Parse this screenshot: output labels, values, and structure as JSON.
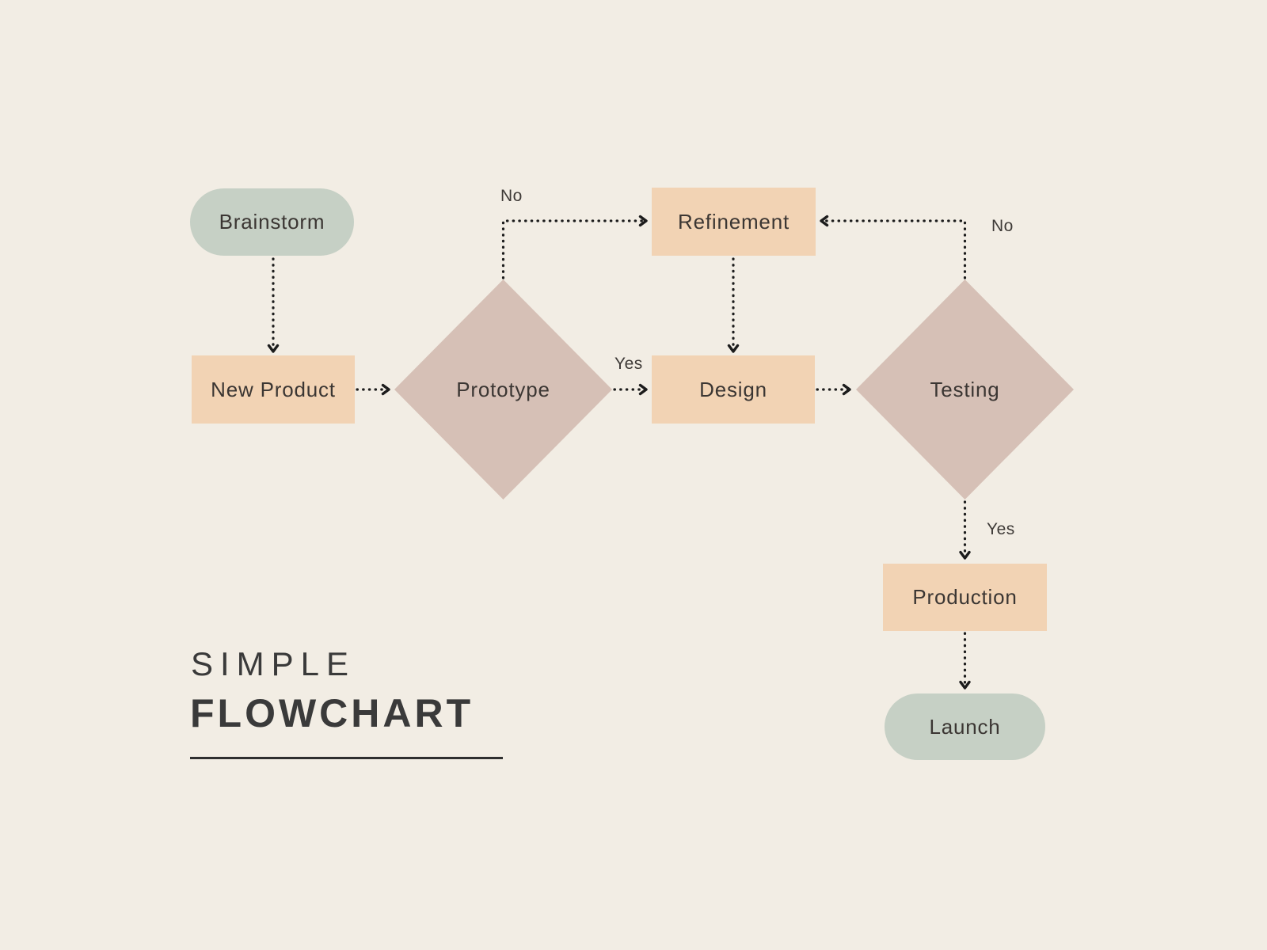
{
  "title": {
    "line1": "SIMPLE",
    "line2": "FLOWCHART"
  },
  "nodes": {
    "brainstorm": {
      "label": "Brainstorm",
      "shape": "rounded-terminal"
    },
    "new_product": {
      "label": "New Product",
      "shape": "rectangle-process"
    },
    "prototype": {
      "label": "Prototype",
      "shape": "diamond-decision"
    },
    "refinement": {
      "label": "Refinement",
      "shape": "rectangle-process"
    },
    "design": {
      "label": "Design",
      "shape": "rectangle-process"
    },
    "testing": {
      "label": "Testing",
      "shape": "diamond-decision"
    },
    "production": {
      "label": "Production",
      "shape": "rectangle-process"
    },
    "launch": {
      "label": "Launch",
      "shape": "rounded-terminal"
    }
  },
  "edges": [
    {
      "from": "brainstorm",
      "to": "new_product",
      "label": ""
    },
    {
      "from": "new_product",
      "to": "prototype",
      "label": ""
    },
    {
      "from": "prototype",
      "to": "refinement",
      "label": "No"
    },
    {
      "from": "refinement",
      "to": "design",
      "label": ""
    },
    {
      "from": "prototype",
      "to": "design",
      "label": "Yes"
    },
    {
      "from": "design",
      "to": "testing",
      "label": ""
    },
    {
      "from": "testing",
      "to": "refinement",
      "label": "No"
    },
    {
      "from": "testing",
      "to": "production",
      "label": "Yes"
    },
    {
      "from": "production",
      "to": "launch",
      "label": ""
    }
  ],
  "colors": {
    "background": "#f2ede4",
    "terminal_fill": "#c6d0c5",
    "process_fill": "#f2d3b4",
    "decision_fill": "#d6c0b6",
    "node_text": "#3b3633",
    "edge_label_text": "#3e3a37",
    "connector": "#1c1c1c",
    "title_text": "#3a3a3a",
    "underline": "#2f2f2f"
  }
}
